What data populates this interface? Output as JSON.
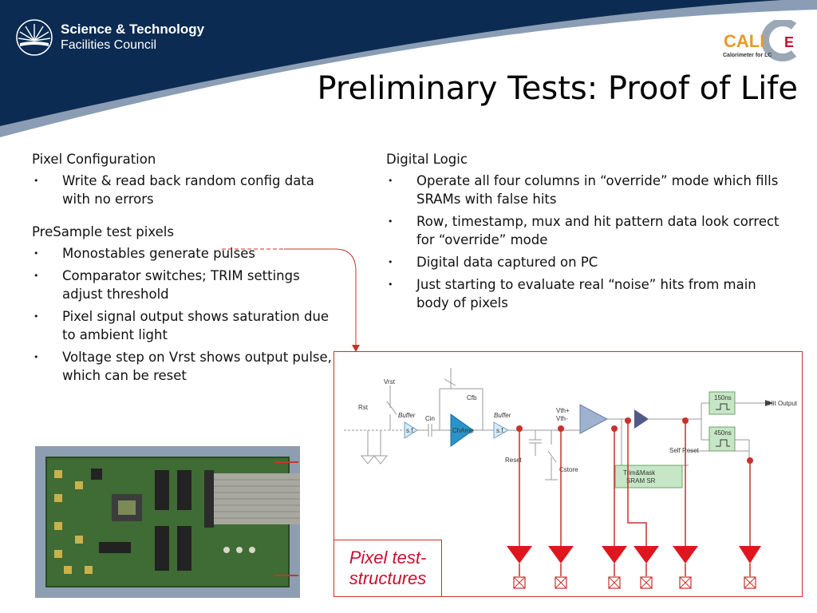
{
  "header": {
    "org_line1": "Science & Technology",
    "org_line2": "Facilities Council",
    "calice_letters": "CALICE",
    "calice_subtitle": "Calorimeter for LC",
    "colors": {
      "band": "#0b2b52",
      "accent": "#c8102e"
    }
  },
  "title": "Preliminary Tests: Proof of Life",
  "left_column": {
    "sections": [
      {
        "heading": "Pixel Configuration",
        "bullets": [
          "Write & read back random config data with no errors"
        ]
      },
      {
        "heading": "PreSample test pixels",
        "bullets": [
          "Monostables generate pulses",
          "Comparator switches; TRIM settings adjust threshold",
          "Pixel signal output shows saturation due to ambient light",
          "Voltage step on Vrst shows output pulse, which can be reset"
        ]
      }
    ]
  },
  "right_column": {
    "heading": "Digital Logic",
    "bullets": [
      "Operate all four columns in “override” mode which fills SRAMs with false hits",
      "Row, timestamp, mux and hit pattern data look correct for “override” mode",
      "Digital data captured on PC",
      "Just starting to evaluate real “noise” hits from main body of pixels"
    ]
  },
  "circuit_labels": {
    "vrst": "Vrst",
    "rst": "Rst",
    "buffer1": "Buffer",
    "sf1": "s.f.",
    "cin": "Cin",
    "cfb": "Cfb",
    "champ": "ChAmp",
    "buffer2": "Buffer",
    "sf2": "s.f.",
    "reset": "Reset",
    "cstore": "Cstore",
    "vth_plus": "Vth+",
    "vth_minus": "Vth-",
    "trim_line1": "Trim&Mask",
    "trim_line2": "SRAM SR",
    "self_reset": "Self Reset",
    "ns150": "150ns",
    "ns450": "450ns",
    "hit_output": "Hit Output"
  },
  "callout": {
    "line1": "Pixel test-",
    "line2": "structures"
  }
}
